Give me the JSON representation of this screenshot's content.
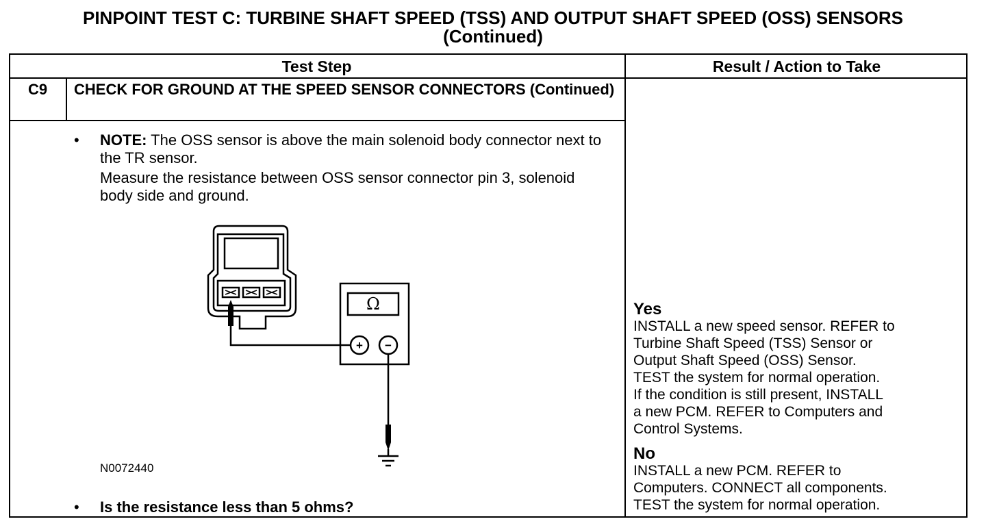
{
  "title": {
    "line1": "PINPOINT TEST  C: TURBINE SHAFT SPEED (TSS) AND OUTPUT SHAFT SPEED (OSS) SENSORS",
    "line2": "(Continued)"
  },
  "table": {
    "header_step": "Test Step",
    "header_result": "Result / Action to Take",
    "step_id": "C9",
    "step_title": "CHECK FOR GROUND AT THE SPEED SENSOR CONNECTORS (Continued)",
    "note_label": "NOTE:",
    "note_text": " The OSS sensor is above the main solenoid body connector next to the TR sensor.",
    "instruction": "Measure the resistance between OSS sensor connector pin 3, solenoid body side and ground.",
    "figure_id": "N0072440",
    "question": "Is the resistance less than 5 ohms?",
    "bullet": "•",
    "meter_symbol": "Ω",
    "plus_symbol": "+",
    "minus_symbol": "−"
  },
  "results": {
    "yes_label": "Yes",
    "yes_lines": [
      "INSTALL a new speed sensor. REFER to",
      "Turbine Shaft Speed (TSS) Sensor or",
      "Output Shaft Speed (OSS) Sensor.",
      "TEST the system for normal operation.",
      "If  the condition is still present, INSTALL",
      "a new PCM. REFER to Computers and",
      "Control Systems."
    ],
    "no_label": "No",
    "no_lines": [
      "INSTALL a new PCM. REFER to",
      "Computers. CONNECT all components.",
      "TEST the system for normal operation."
    ]
  }
}
